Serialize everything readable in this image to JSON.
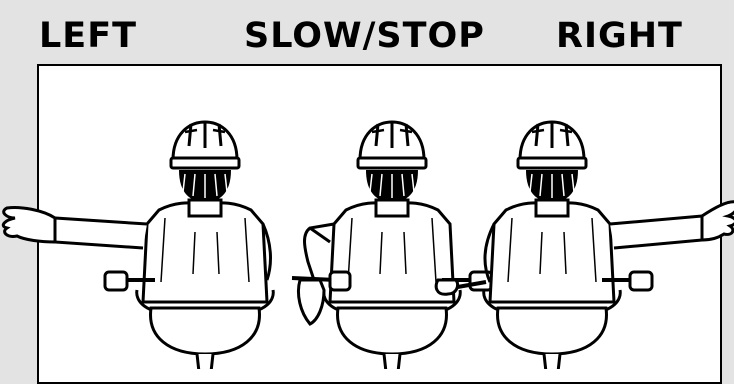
{
  "signals": {
    "left": "LEFT",
    "slow_stop": "SLOW/STOP",
    "right": "RIGHT"
  },
  "colors": {
    "background": "#e3e3e3",
    "panel": "#ffffff",
    "ink": "#000000"
  }
}
